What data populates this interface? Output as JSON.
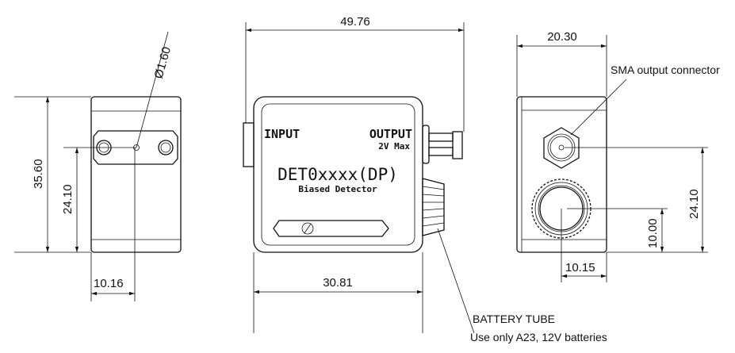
{
  "dimensions": {
    "left_height": "35.60",
    "left_center_height": "24.10",
    "left_offset": "10.16",
    "hole_diameter": "Ø1.60",
    "top_length": "49.76",
    "body_length": "30.81",
    "right_width": "20.30",
    "right_center_height": "24.10",
    "battery_height": "10.00",
    "battery_offset": "10.15"
  },
  "device": {
    "input_label": "INPUT",
    "output_label": "OUTPUT",
    "output_max": "2V Max",
    "model": "DET0xxxx(DP)",
    "subtitle": "Biased Detector"
  },
  "callouts": {
    "sma": "SMA output connector",
    "battery_title": "BATTERY TUBE",
    "battery_note": "Use only A23, 12V batteries"
  }
}
